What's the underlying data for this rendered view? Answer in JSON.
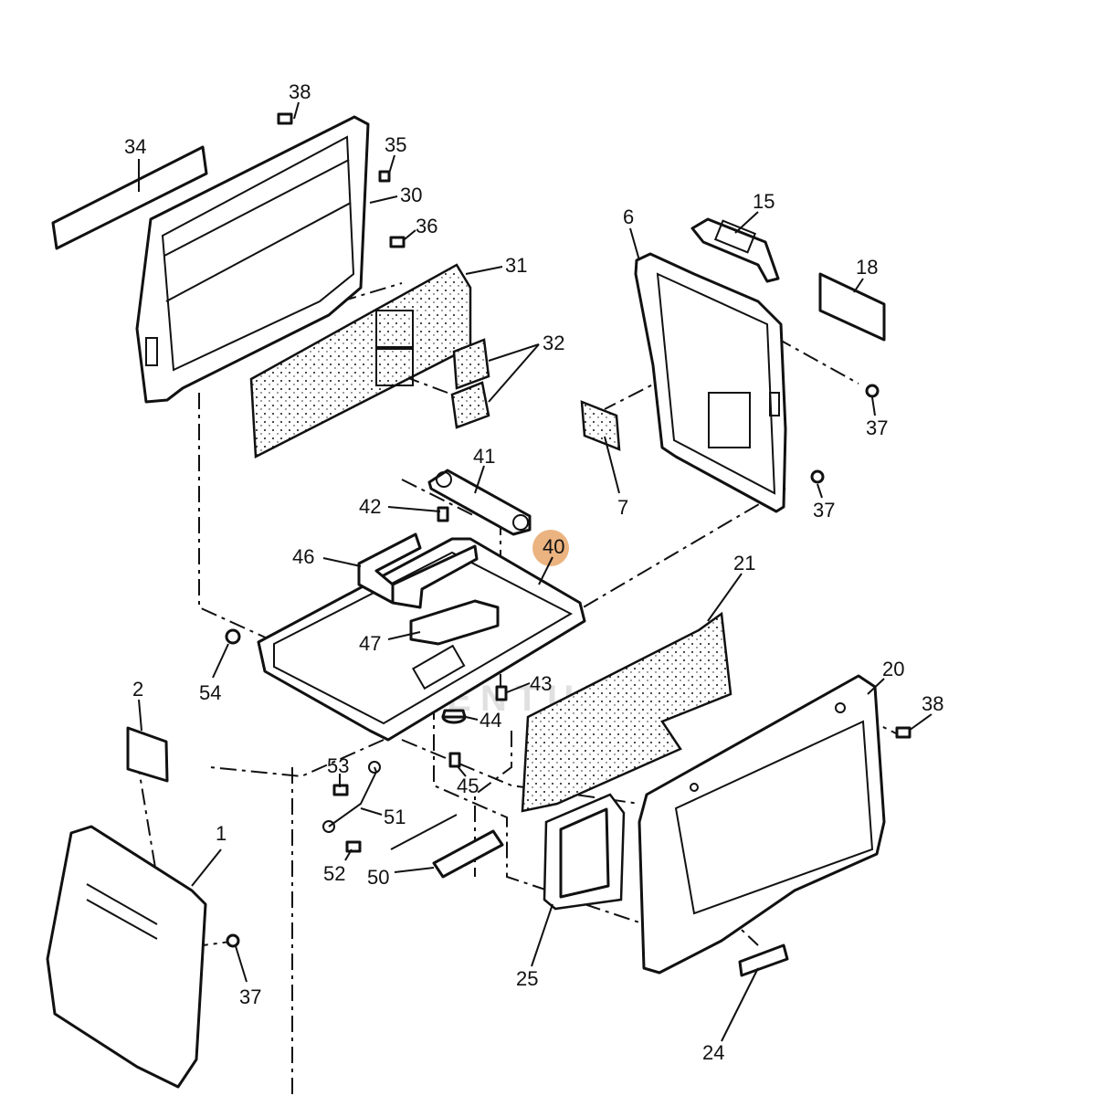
{
  "watermark": "EAVENTURE",
  "highlight": {
    "part": "40",
    "color": "#e8a66a"
  },
  "callouts": {
    "c38a": "38",
    "c34": "34",
    "c35": "35",
    "c30": "30",
    "c36": "36",
    "c31": "31",
    "c32": "32",
    "c15": "15",
    "c6": "6",
    "c18": "18",
    "c37a": "37",
    "c7": "7",
    "c41": "41",
    "c42": "42",
    "c37b": "37",
    "c40": "40",
    "c46": "46",
    "c21": "21",
    "c47": "47",
    "c54": "54",
    "c43": "43",
    "c2": "2",
    "c44": "44",
    "c20": "20",
    "c38b": "38",
    "c53": "53",
    "c45": "45",
    "c51": "51",
    "c1": "1",
    "c52": "52",
    "c50": "50",
    "c25": "25",
    "c37c": "37",
    "c24": "24"
  }
}
